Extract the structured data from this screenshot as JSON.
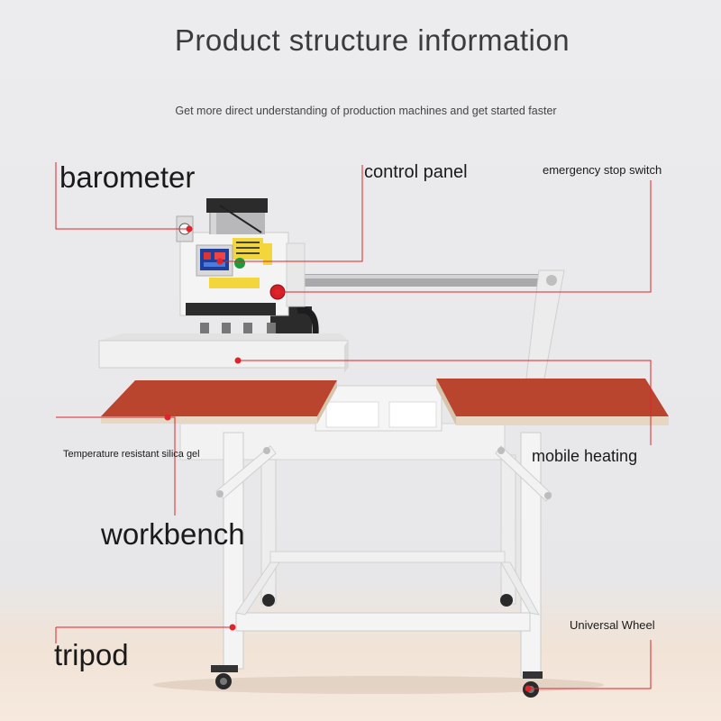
{
  "title": "Product structure information",
  "subtitle": "Get more direct understanding of production machines and get started faster",
  "labels": {
    "barometer": "barometer",
    "control_panel": "control panel",
    "emergency_stop_switch": "emergency stop switch",
    "temperature_resistant_silica_gel": "Temperature resistant silica gel",
    "mobile_heating": "mobile heating",
    "workbench": "workbench",
    "tripod": "tripod",
    "universal_wheel": "Universal Wheel"
  },
  "colors": {
    "leader_line": "#e0242a",
    "leader_dot": "#e0242a",
    "heat_pad": "#b9452e",
    "frame": "#f2f2f2",
    "rod": "#a8a8a8",
    "display": "#1e3f9c"
  }
}
